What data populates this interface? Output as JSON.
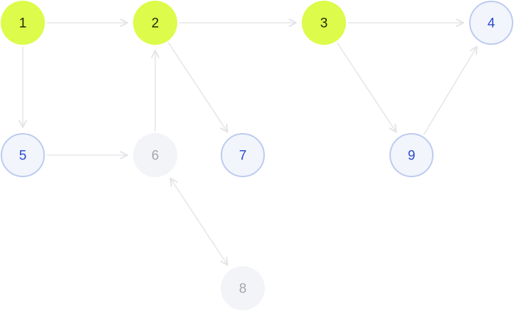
{
  "graph": {
    "style": {
      "edge_color": "#e6e7ea",
      "active_fill": "#dcfb4a",
      "active_text": "#1f2a07",
      "default_fill": "#f2f5fb",
      "default_stroke": "#bccbf0",
      "default_text": "#2c4bd0",
      "muted_fill": "#f3f4f8",
      "muted_text": "#a3a6ad"
    },
    "nodes": [
      {
        "id": "1",
        "label": "1",
        "state": "active"
      },
      {
        "id": "2",
        "label": "2",
        "state": "active"
      },
      {
        "id": "3",
        "label": "3",
        "state": "active"
      },
      {
        "id": "4",
        "label": "4",
        "state": "default"
      },
      {
        "id": "5",
        "label": "5",
        "state": "default"
      },
      {
        "id": "6",
        "label": "6",
        "state": "muted"
      },
      {
        "id": "7",
        "label": "7",
        "state": "default"
      },
      {
        "id": "8",
        "label": "8",
        "state": "muted"
      },
      {
        "id": "9",
        "label": "9",
        "state": "default"
      }
    ],
    "edges": [
      {
        "from": "1",
        "to": "2",
        "direction": "forward"
      },
      {
        "from": "2",
        "to": "3",
        "direction": "forward"
      },
      {
        "from": "3",
        "to": "4",
        "direction": "forward"
      },
      {
        "from": "1",
        "to": "5",
        "direction": "forward"
      },
      {
        "from": "5",
        "to": "6",
        "direction": "forward"
      },
      {
        "from": "6",
        "to": "2",
        "direction": "forward"
      },
      {
        "from": "2",
        "to": "7",
        "direction": "forward"
      },
      {
        "from": "3",
        "to": "9",
        "direction": "forward"
      },
      {
        "from": "9",
        "to": "4",
        "direction": "forward"
      },
      {
        "from": "6",
        "to": "8",
        "direction": "both"
      }
    ]
  }
}
